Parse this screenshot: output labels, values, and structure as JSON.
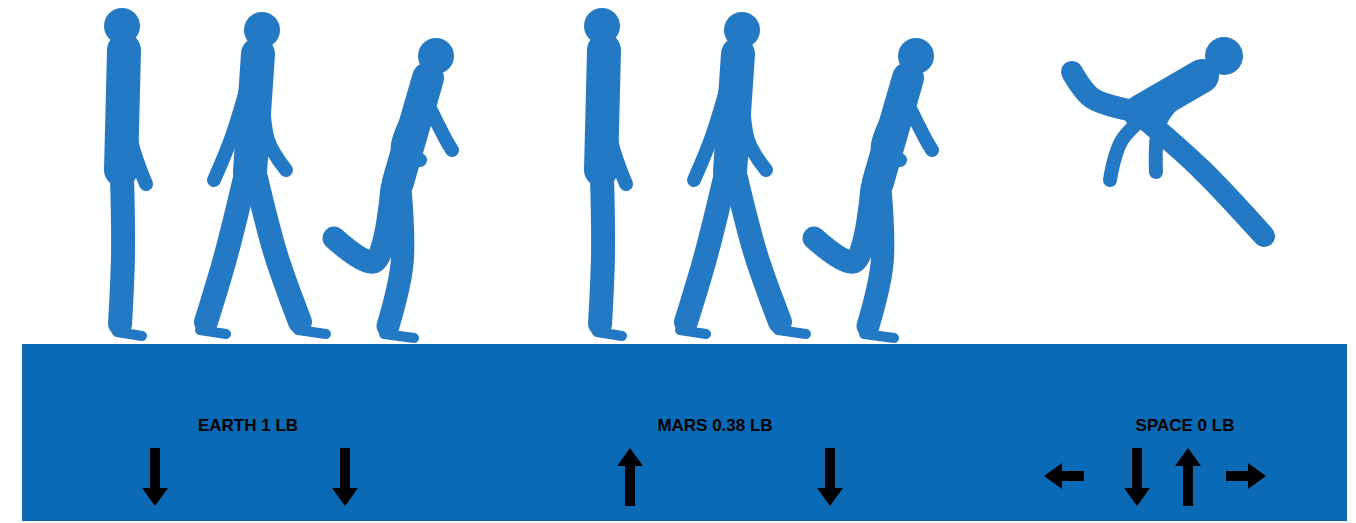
{
  "diagram": {
    "nodes": [
      {
        "text": [
          "EARTH 1 LB",
          "MARS 0.38 LB",
          "SPACE 0 LB"
        ]
      }
    ]
  }
}
